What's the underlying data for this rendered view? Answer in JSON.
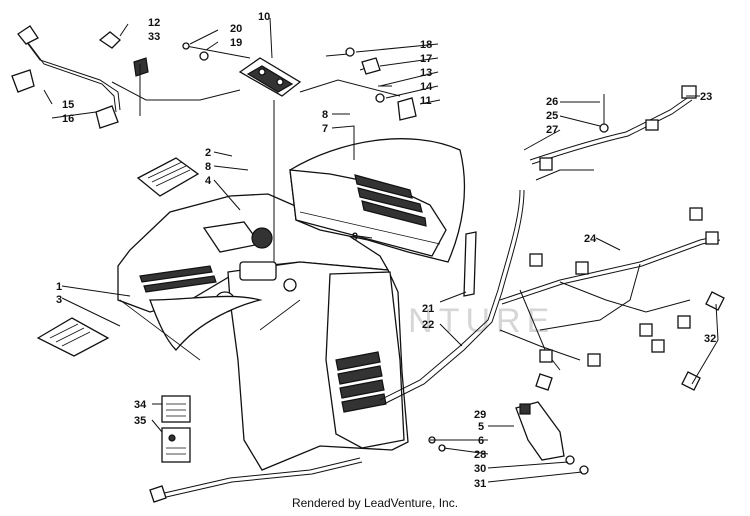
{
  "watermark": "LEADVENTURE",
  "footer_text": "Rendered by LeadVenture, Inc.",
  "callouts": [
    "1",
    "2",
    "3",
    "4",
    "5",
    "6",
    "7",
    "8",
    "8",
    "9",
    "10",
    "11",
    "12",
    "13",
    "14",
    "15",
    "16",
    "17",
    "18",
    "19",
    "20",
    "21",
    "22",
    "23",
    "24",
    "25",
    "26",
    "27",
    "28",
    "29",
    "30",
    "31",
    "32",
    "33",
    "34",
    "35"
  ]
}
